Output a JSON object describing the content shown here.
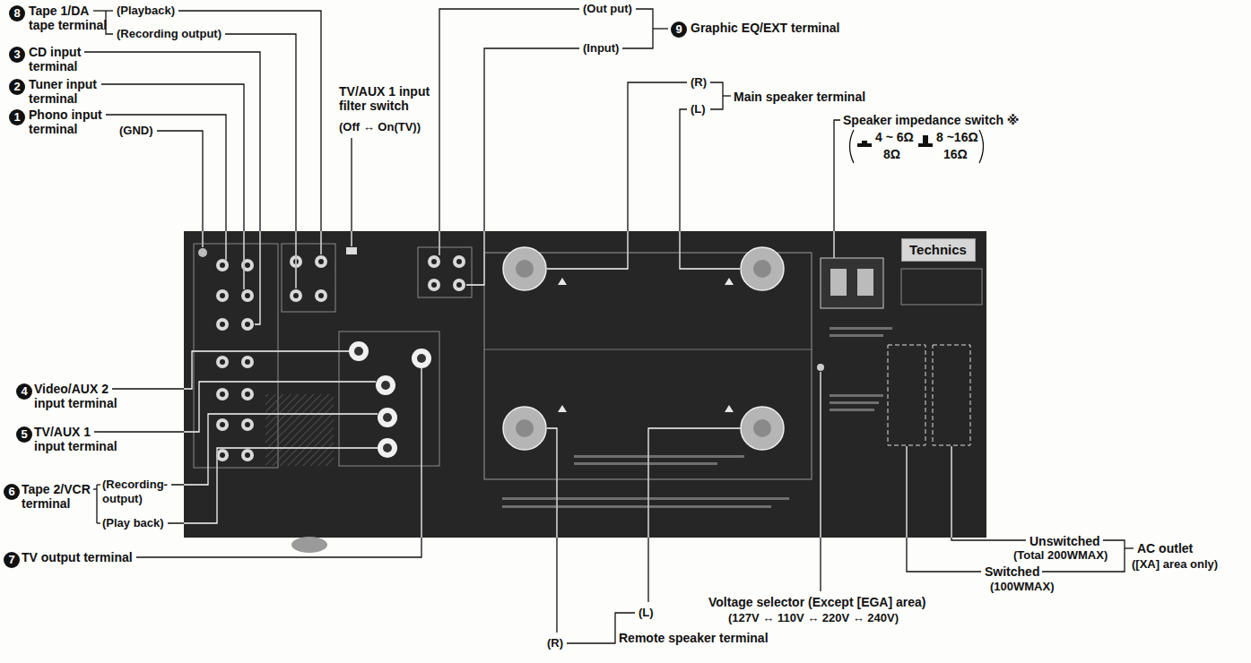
{
  "diagram": {
    "nodes": [
      {
        "text": [
          "Technics"
        ]
      }
    ],
    "labels": [
      "8",
      "Tape 1/DA tape terminal",
      "(Playback)",
      "(Recording output)",
      "3",
      "CD input terminal",
      "2",
      "Tuner input terminal",
      "1",
      "Phono input terminal",
      "(GND)",
      "(Out put)",
      "(Input)",
      "9",
      "Graphic EQ/EXT terminal",
      "TV/AUX 1 input filter switch",
      "(Off ↔ On(TV))",
      "(R)",
      "(L)",
      "Main speaker terminal",
      "Speaker impedance switch ※",
      "4 ~ 6Ω",
      "8Ω",
      "8 ~16Ω",
      "16Ω",
      "4",
      "Video/AUX 2 input terminal",
      "5",
      "TV/AUX 1 input terminal",
      "6",
      "Tape 2/VCR terminal",
      "(Recording- output)",
      "(Play back)",
      "7",
      "TV output terminal",
      "Unswitched",
      "(Total 200WMAX)",
      "AC outlet",
      "([XA] area only)",
      "Switched",
      "(100WMAX)",
      "Voltage selector (Except [EGA] area)",
      "(127V ↔ 110V ↔ 220V ↔ 240V)",
      "(L)",
      "(R)",
      "Remote speaker terminal"
    ]
  }
}
